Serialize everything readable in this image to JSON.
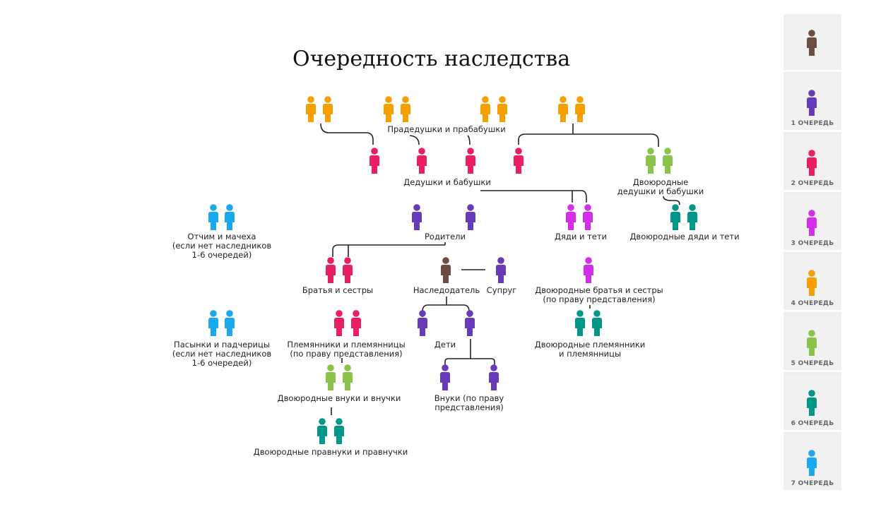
{
  "title": "Очередность наследства",
  "colors": {
    "testator": "#6D4C41",
    "q1": "#673AB7",
    "q2": "#E91E63",
    "q3": "#D32FEA",
    "q4": "#F5A000",
    "q5": "#8BC34A",
    "q6": "#009688",
    "q7": "#1BA8EC"
  },
  "icon": "person-icon",
  "labels": {
    "great_grandparents": "Прадедушки и прабабушки",
    "grandparents": "Дедушки и бабушки",
    "cousin_grandparents": "Двоюродные\nдедушки и бабушки",
    "stepparents": "Отчим и мачеха\n(если нет наследников\n1-6 очередей)",
    "parents": "Родители",
    "uncles_aunts": "Дяди и тети",
    "cousin_uncles_aunts": "Двоюродные дяди и тети",
    "siblings": "Братья и сестры",
    "testator": "Наследодатель",
    "spouse": "Супруг",
    "cousins": "Двоюродные братья и сестры\n(по праву представления)",
    "stepchildren": "Пасынки и падчерицы\n(если нет наследников\n1-6 очередей)",
    "nephews": "Племянники и племянницы\n(по праву представления)",
    "children": "Дети",
    "cousin_nephews": "Двоюродные племянники\nи племянницы",
    "cousin_grandchildren": "Двоюродные внуки и внучки",
    "grandchildren": "Внуки (по праву\nпредставления)",
    "cousin_great_grandchildren": "Двоюродные правнуки и правнучки"
  },
  "legend": [
    {
      "key": "testator",
      "label": ""
    },
    {
      "key": "q1",
      "label": "1 ОЧЕРЕДЬ"
    },
    {
      "key": "q2",
      "label": "2 ОЧЕРЕДЬ"
    },
    {
      "key": "q3",
      "label": "3 ОЧЕРЕДЬ"
    },
    {
      "key": "q4",
      "label": "4 ОЧЕРЕДЬ"
    },
    {
      "key": "q5",
      "label": "5 ОЧЕРЕДЬ"
    },
    {
      "key": "q6",
      "label": "6 ОЧЕРЕДЬ"
    },
    {
      "key": "q7",
      "label": "7 ОЧЕРЕДЬ"
    }
  ]
}
